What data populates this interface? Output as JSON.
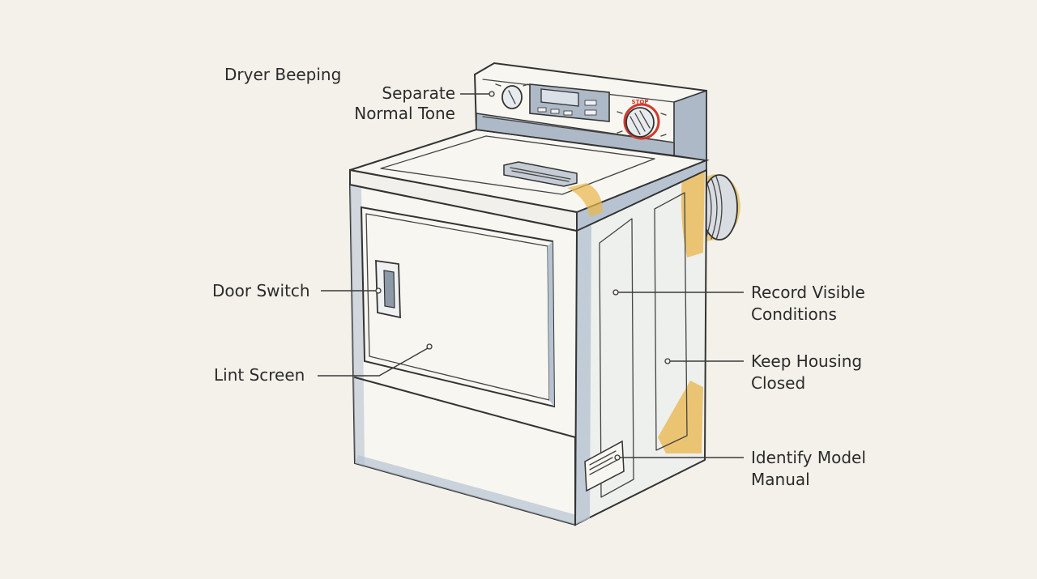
{
  "title": "Dryer Beeping",
  "labels": {
    "separate_tone_1": "Separate",
    "separate_tone_2": "Normal Tone",
    "door_switch": "Door Switch",
    "lint_screen": "Lint Screen",
    "record_1": "Record Visible",
    "record_2": "Conditions",
    "housing_1": "Keep Housing",
    "housing_2": "Closed",
    "model_1": "Identify Model",
    "model_2": "Manual"
  },
  "dial_text": "STOP",
  "colors": {
    "background": "#f4f1ea",
    "appliance_body": "#f7f6f1",
    "shadow_blue": "#b7c3d1",
    "panel_blue": "#aeb9c7",
    "highlight_yellow": "#e9b64a",
    "stop_red": "#d23a2e",
    "ink": "#333333"
  }
}
